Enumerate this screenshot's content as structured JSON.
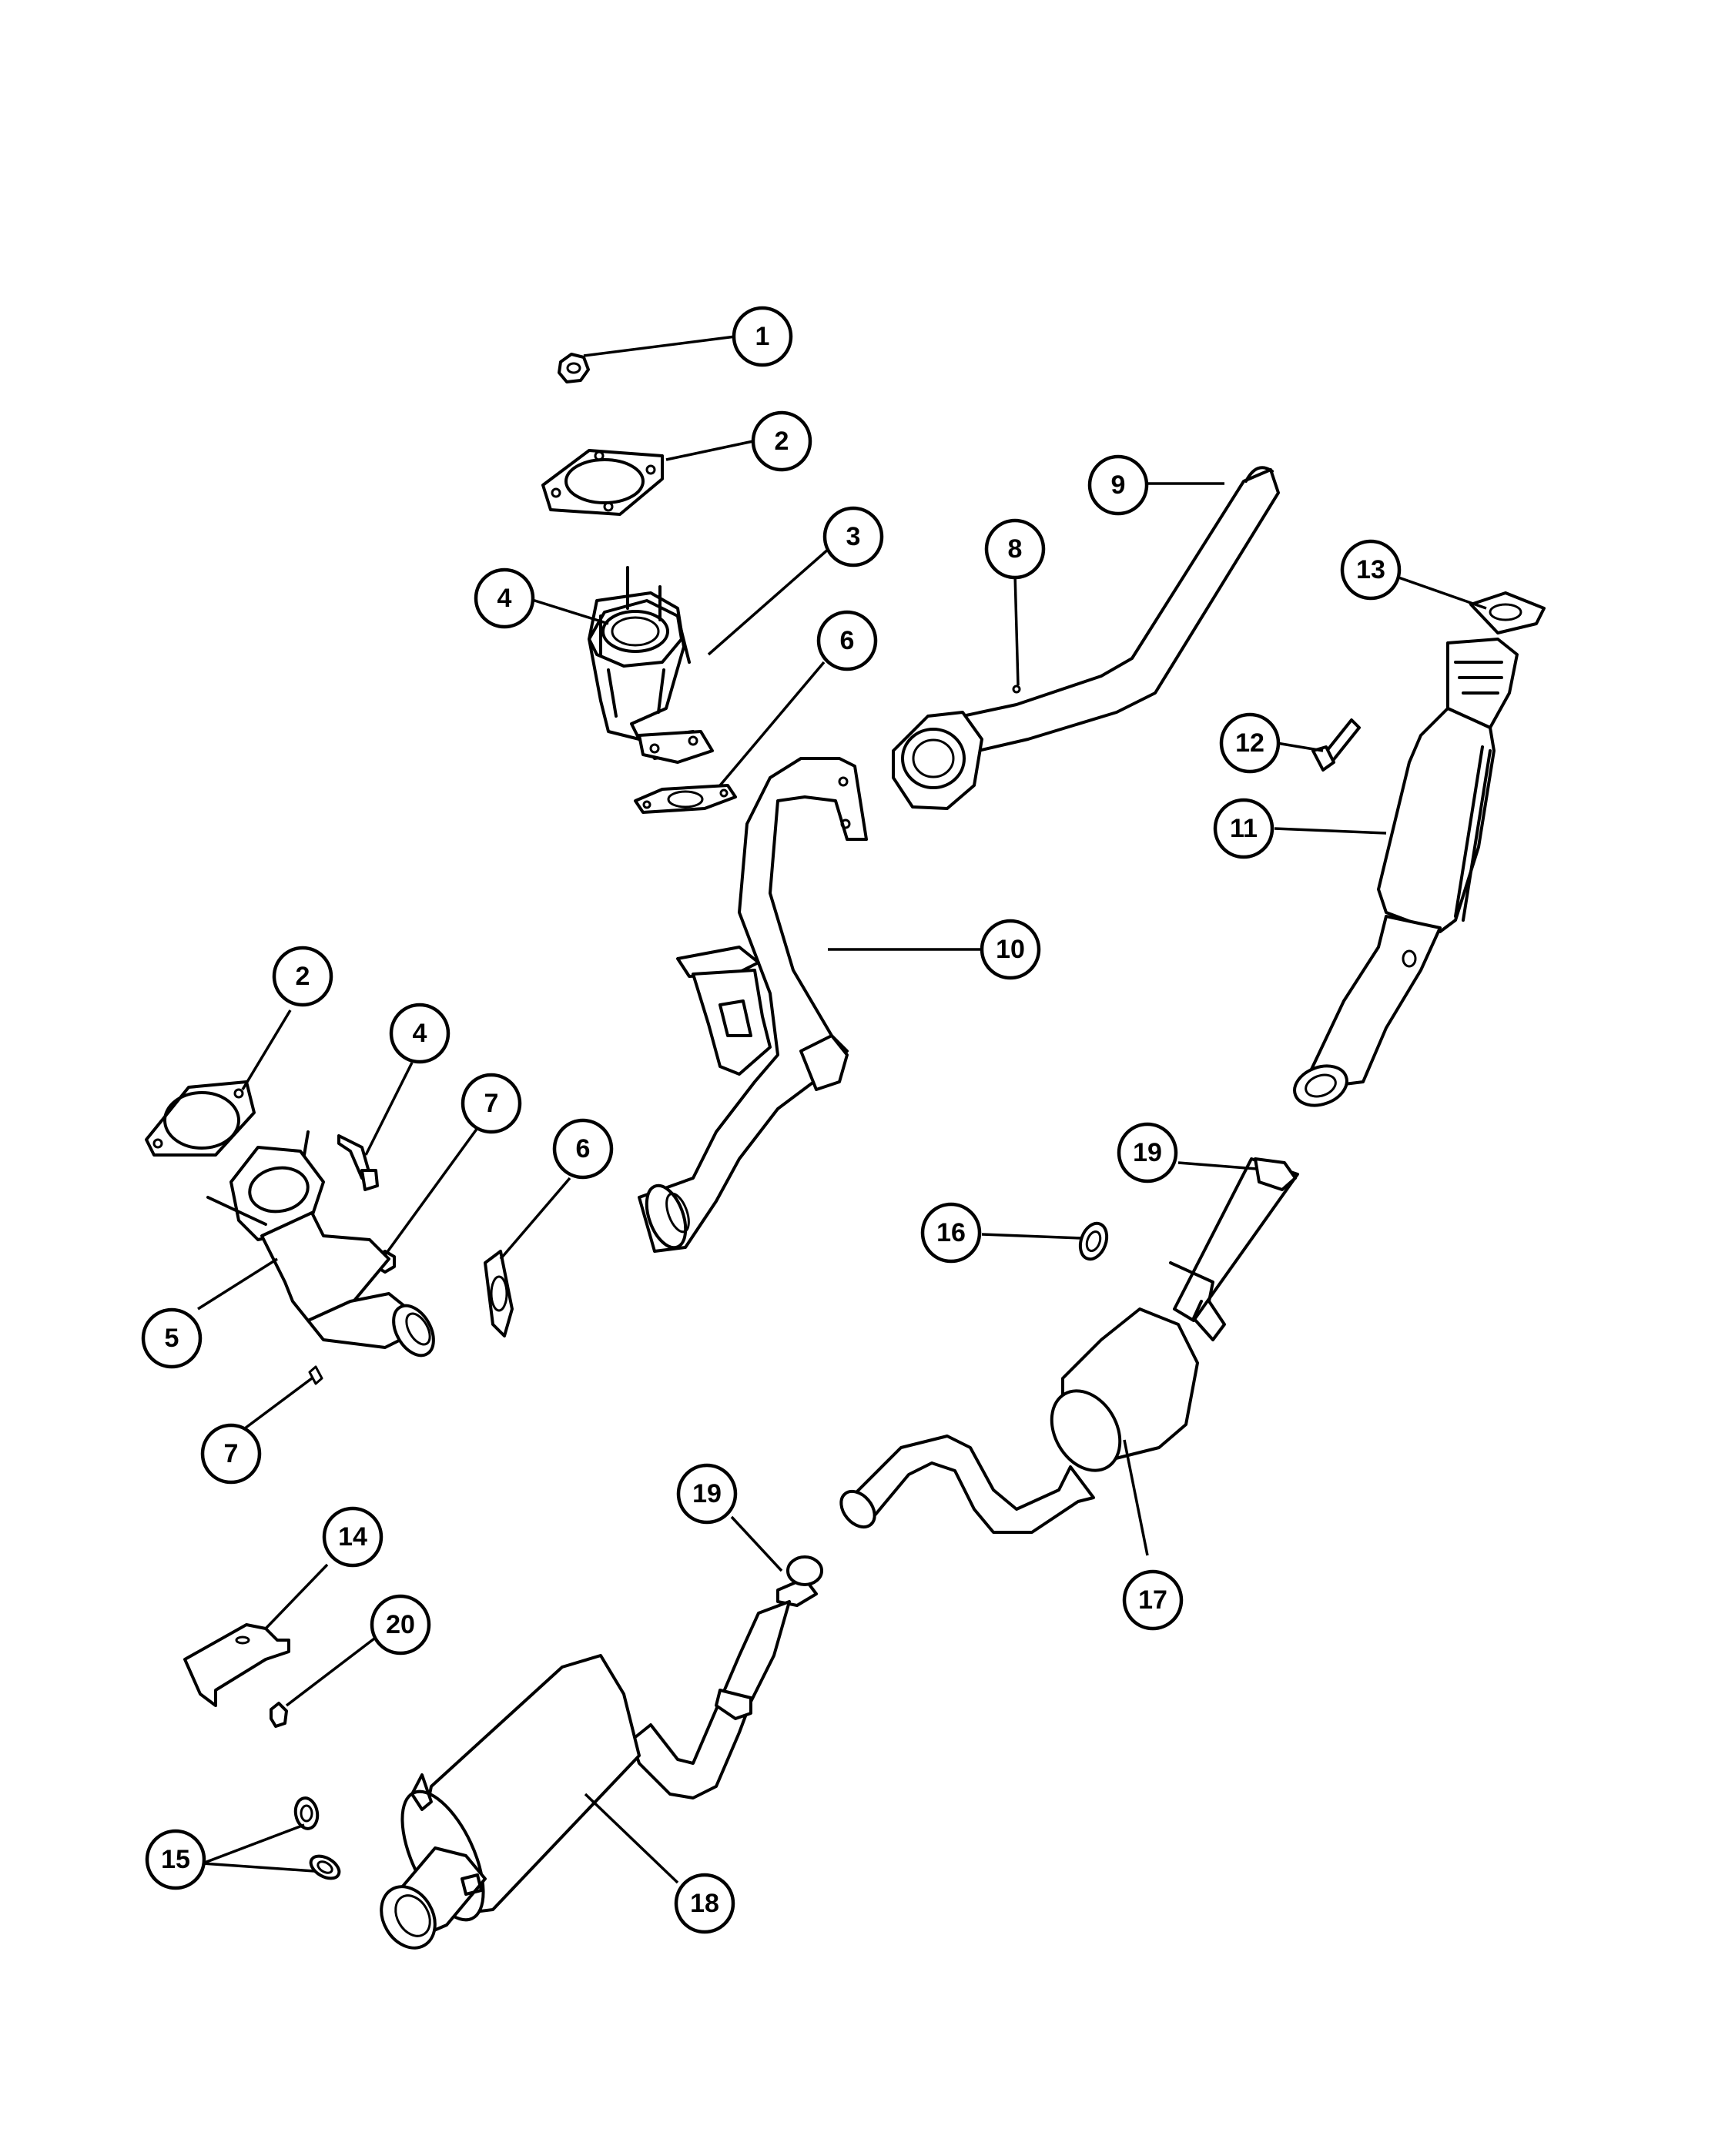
{
  "diagram": {
    "callouts": [
      {
        "label": "1"
      },
      {
        "label": "2"
      },
      {
        "label": "3"
      },
      {
        "label": "4"
      },
      {
        "label": "6"
      },
      {
        "label": "8"
      },
      {
        "label": "9"
      },
      {
        "label": "13"
      },
      {
        "label": "12"
      },
      {
        "label": "11"
      },
      {
        "label": "10"
      },
      {
        "label": "2"
      },
      {
        "label": "4"
      },
      {
        "label": "7"
      },
      {
        "label": "6"
      },
      {
        "label": "5"
      },
      {
        "label": "7"
      },
      {
        "label": "19"
      },
      {
        "label": "16"
      },
      {
        "label": "17"
      },
      {
        "label": "19"
      },
      {
        "label": "14"
      },
      {
        "label": "20"
      },
      {
        "label": "15"
      },
      {
        "label": "18"
      }
    ]
  }
}
